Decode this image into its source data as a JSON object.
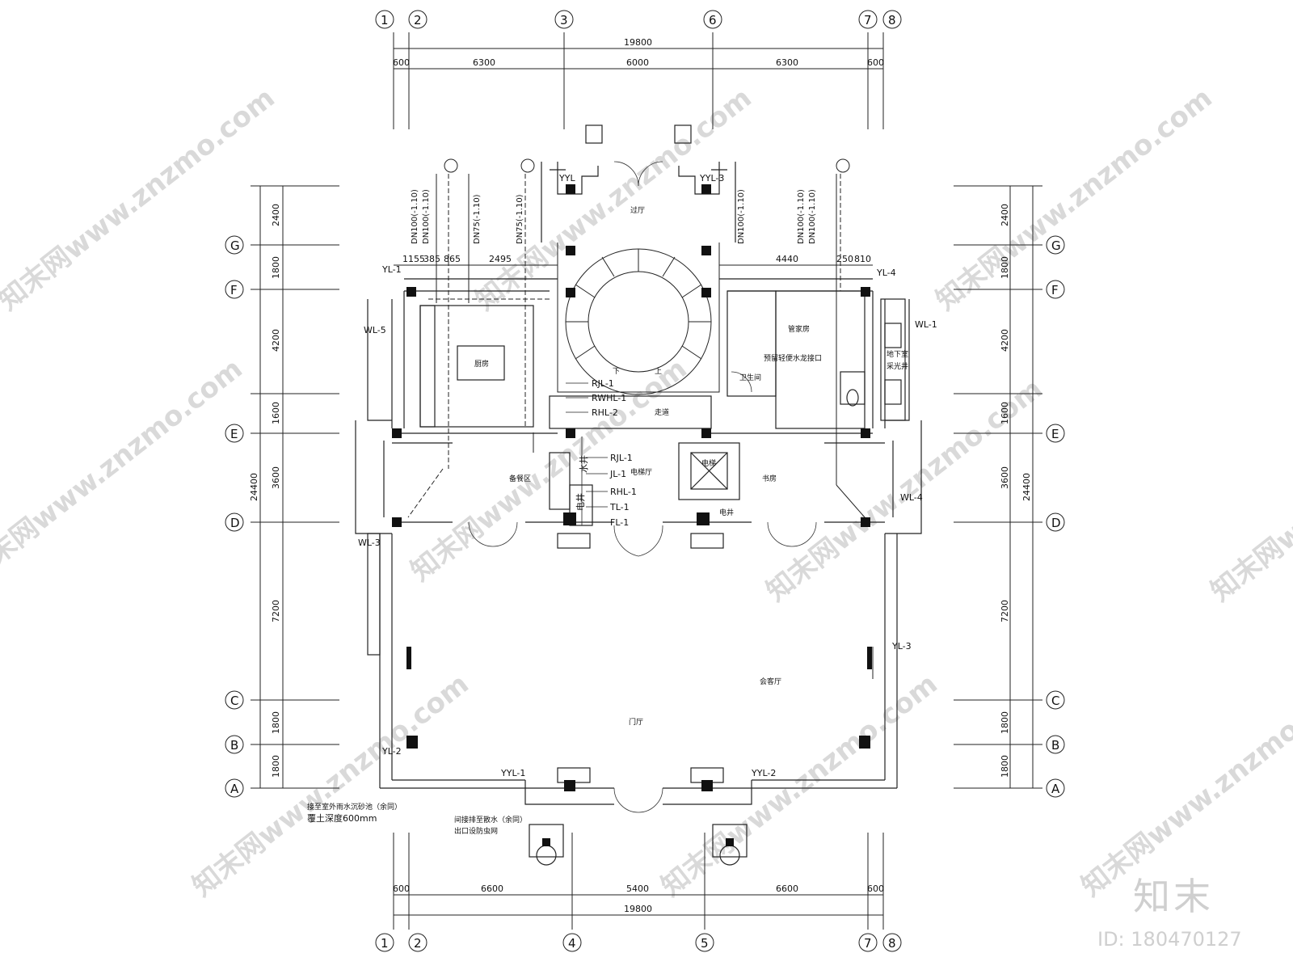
{
  "top_axes": [
    "1",
    "2",
    "3",
    "6",
    "7",
    "8"
  ],
  "bottom_axes": [
    "1",
    "2",
    "4",
    "5",
    "7",
    "8"
  ],
  "row_axes": [
    "G",
    "F",
    "E",
    "D",
    "C",
    "B",
    "A"
  ],
  "top_total": "19800",
  "top_dims": [
    "600",
    "6300",
    "6000",
    "6300",
    "600"
  ],
  "bottom_total": "19800",
  "bottom_dims": [
    "600",
    "6600",
    "5400",
    "6600",
    "600"
  ],
  "left_total": "24400",
  "left_dims": [
    "2400",
    "1800",
    "4200",
    "1600",
    "3600",
    "7200",
    "1800",
    "1800"
  ],
  "right_total": "24400",
  "right_dims": [
    "2400",
    "1800",
    "4200",
    "1600",
    "3600",
    "7200",
    "1800",
    "1800"
  ],
  "sub_dims_left": [
    "1155",
    "385",
    "865",
    "2495"
  ],
  "sub_dims_right": [
    "4440",
    "250",
    "810"
  ],
  "pipe_labels": [
    "DN100(-1.10)",
    "DN100(-1.10)",
    "DN75(-1.10)",
    "DN75(-1.10)",
    "DN100(-1.10)",
    "DN100(-1.10)",
    "DN100(-1.10)"
  ],
  "rooms": {
    "kitchen": "厨房",
    "passage_hall": "过厅",
    "butler_room": "管家房",
    "toilet": "卫生间",
    "corridor": "走道",
    "dining_prep": "备餐区",
    "elevator_hall": "电梯厅",
    "study": "书房",
    "elevator": "电梯",
    "elec_shaft": "电井",
    "water_shaft": "水井",
    "elec_shaft_2": "电井",
    "basement_lightwell_1": "地下室",
    "basement_lightwell_2": "采光井",
    "reception_hall": "会客厅",
    "entrance_hall": "门厅",
    "stair_down": "下",
    "stair_up": "上"
  },
  "tags": {
    "yyl_3": "YYL-3",
    "yyl_top": "YYL",
    "yl_1": "YL-1",
    "yl_4": "YL-4",
    "wl_5": "WL-5",
    "wl_1": "WL-1",
    "wl_3": "WL-3",
    "wl_4": "WL-4",
    "yl_3": "YL-3",
    "yl_2": "YL-2",
    "yyl_1": "YYL-1",
    "yyl_2": "YYL-2"
  },
  "riser_list": [
    "RJL-1",
    "RWHL-1",
    "RHL-2",
    "RJL-1",
    "JL-1",
    "RHL-1",
    "TL-1",
    "FL-1"
  ],
  "notes": {
    "reserve_water": "预留轻便水龙接口",
    "rain_note_1": "接至室外雨水沉砂池（余同）",
    "rain_note_2": "覆土深度600mm",
    "drain_note_1": "间接排至散水（余同）",
    "drain_note_2": "出口设防虫网"
  },
  "watermark": "知末网www.znzmo.com",
  "logo": "知末",
  "id_text": "ID: 180470127"
}
